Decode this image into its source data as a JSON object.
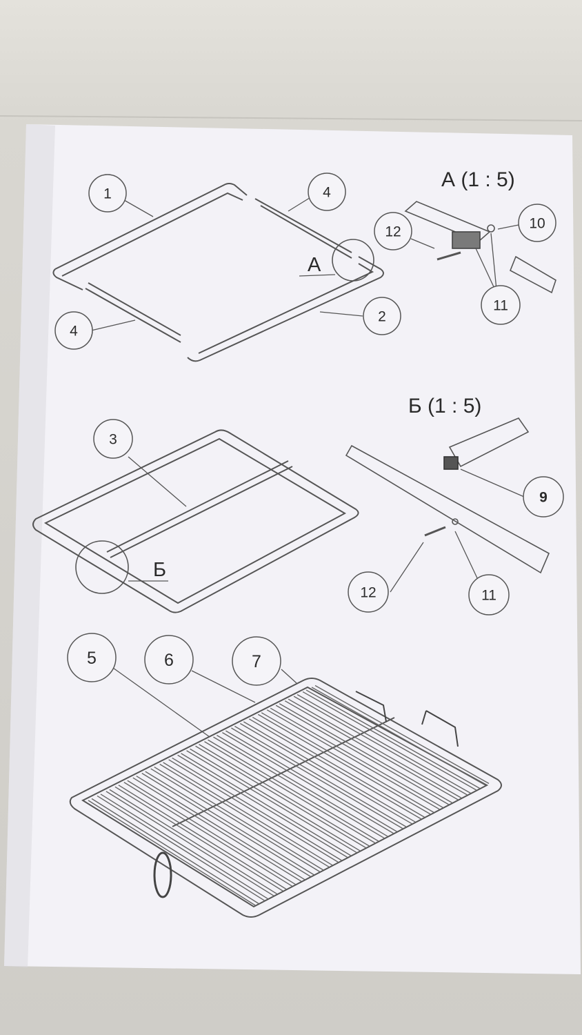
{
  "sheet": {
    "detail_a": {
      "title": "А (1 : 5)",
      "marker": "А"
    },
    "detail_b": {
      "title": "Б (1 : 5)",
      "marker": "Б"
    }
  },
  "callouts": {
    "a1": "1",
    "a4_top": "4",
    "a4_left": "4",
    "a2": "2",
    "a12": "12",
    "a10": "10",
    "a11": "11",
    "b3": "3",
    "b9": "9",
    "b12": "12",
    "b11": "11",
    "c5": "5",
    "c6": "6",
    "c7": "7"
  }
}
